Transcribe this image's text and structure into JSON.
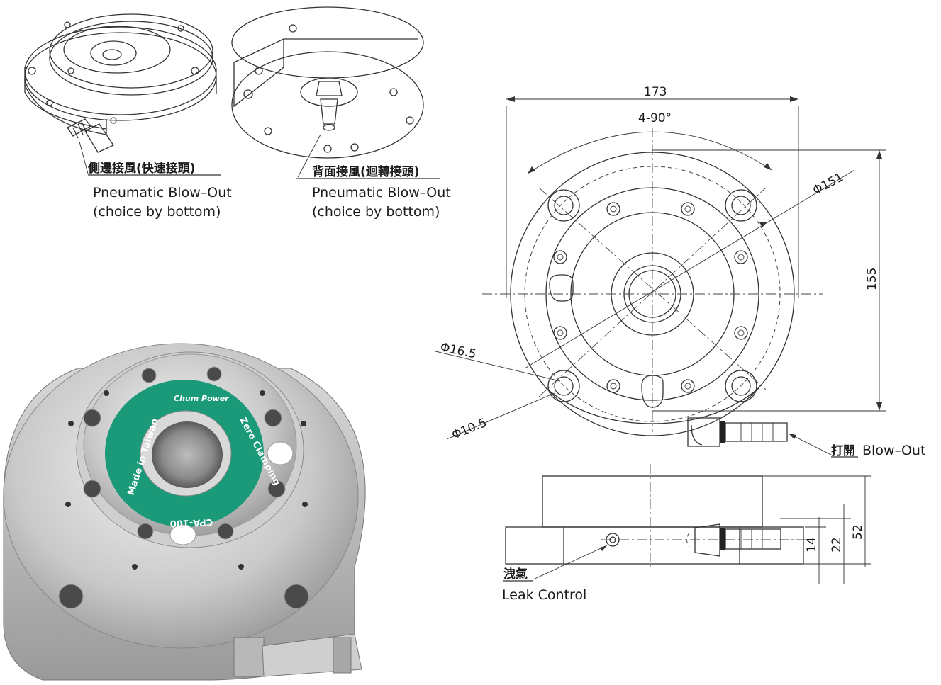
{
  "callouts": {
    "side_blowout_cn": "側邊接風(快速接頭)",
    "side_blowout_en_1": "Pneumatic Blow–Out",
    "side_blowout_en_2": "(choice by bottom)",
    "back_blowout_cn": "背面接風(迴轉接頭)",
    "back_blowout_en_1": "Pneumatic Blow–Out",
    "back_blowout_en_2": "(choice by bottom)",
    "open_cn": "打開",
    "open_en": "Blow–Out",
    "leak_cn": "洩氣",
    "leak_en": "Leak Control"
  },
  "dimensions": {
    "width": "173",
    "angle": "4-90°",
    "outer_dia": "Φ151",
    "height": "155",
    "hole_large": "Φ16.5",
    "hole_small": "Φ10.5",
    "side_14": "14",
    "side_22": "22",
    "side_52": "52"
  },
  "product": {
    "brand": "Chum Power",
    "ring_text_left": "Made in Taiwan",
    "ring_text_right": "Zero Clamping",
    "model": "CPA-100"
  }
}
